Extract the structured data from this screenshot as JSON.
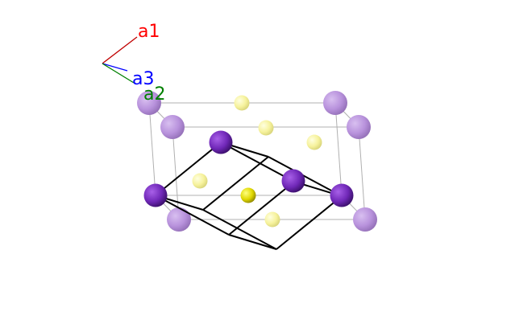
{
  "axes": {
    "a1": {
      "label": "a1",
      "color": "#ff0000"
    },
    "a2": {
      "label": "a2",
      "color": "#008000"
    },
    "a3": {
      "label": "a3",
      "color": "#0000ff"
    }
  },
  "colors": {
    "background": "#ffffff",
    "cell_edge": "#000000",
    "supercell_edge": "#b0b0b0",
    "atom_purple": "#7a30c0",
    "atom_purple_faded": "#b88fd8",
    "atom_yellow": "#e8e000",
    "atom_yellow_faded": "#f4f0a0"
  }
}
